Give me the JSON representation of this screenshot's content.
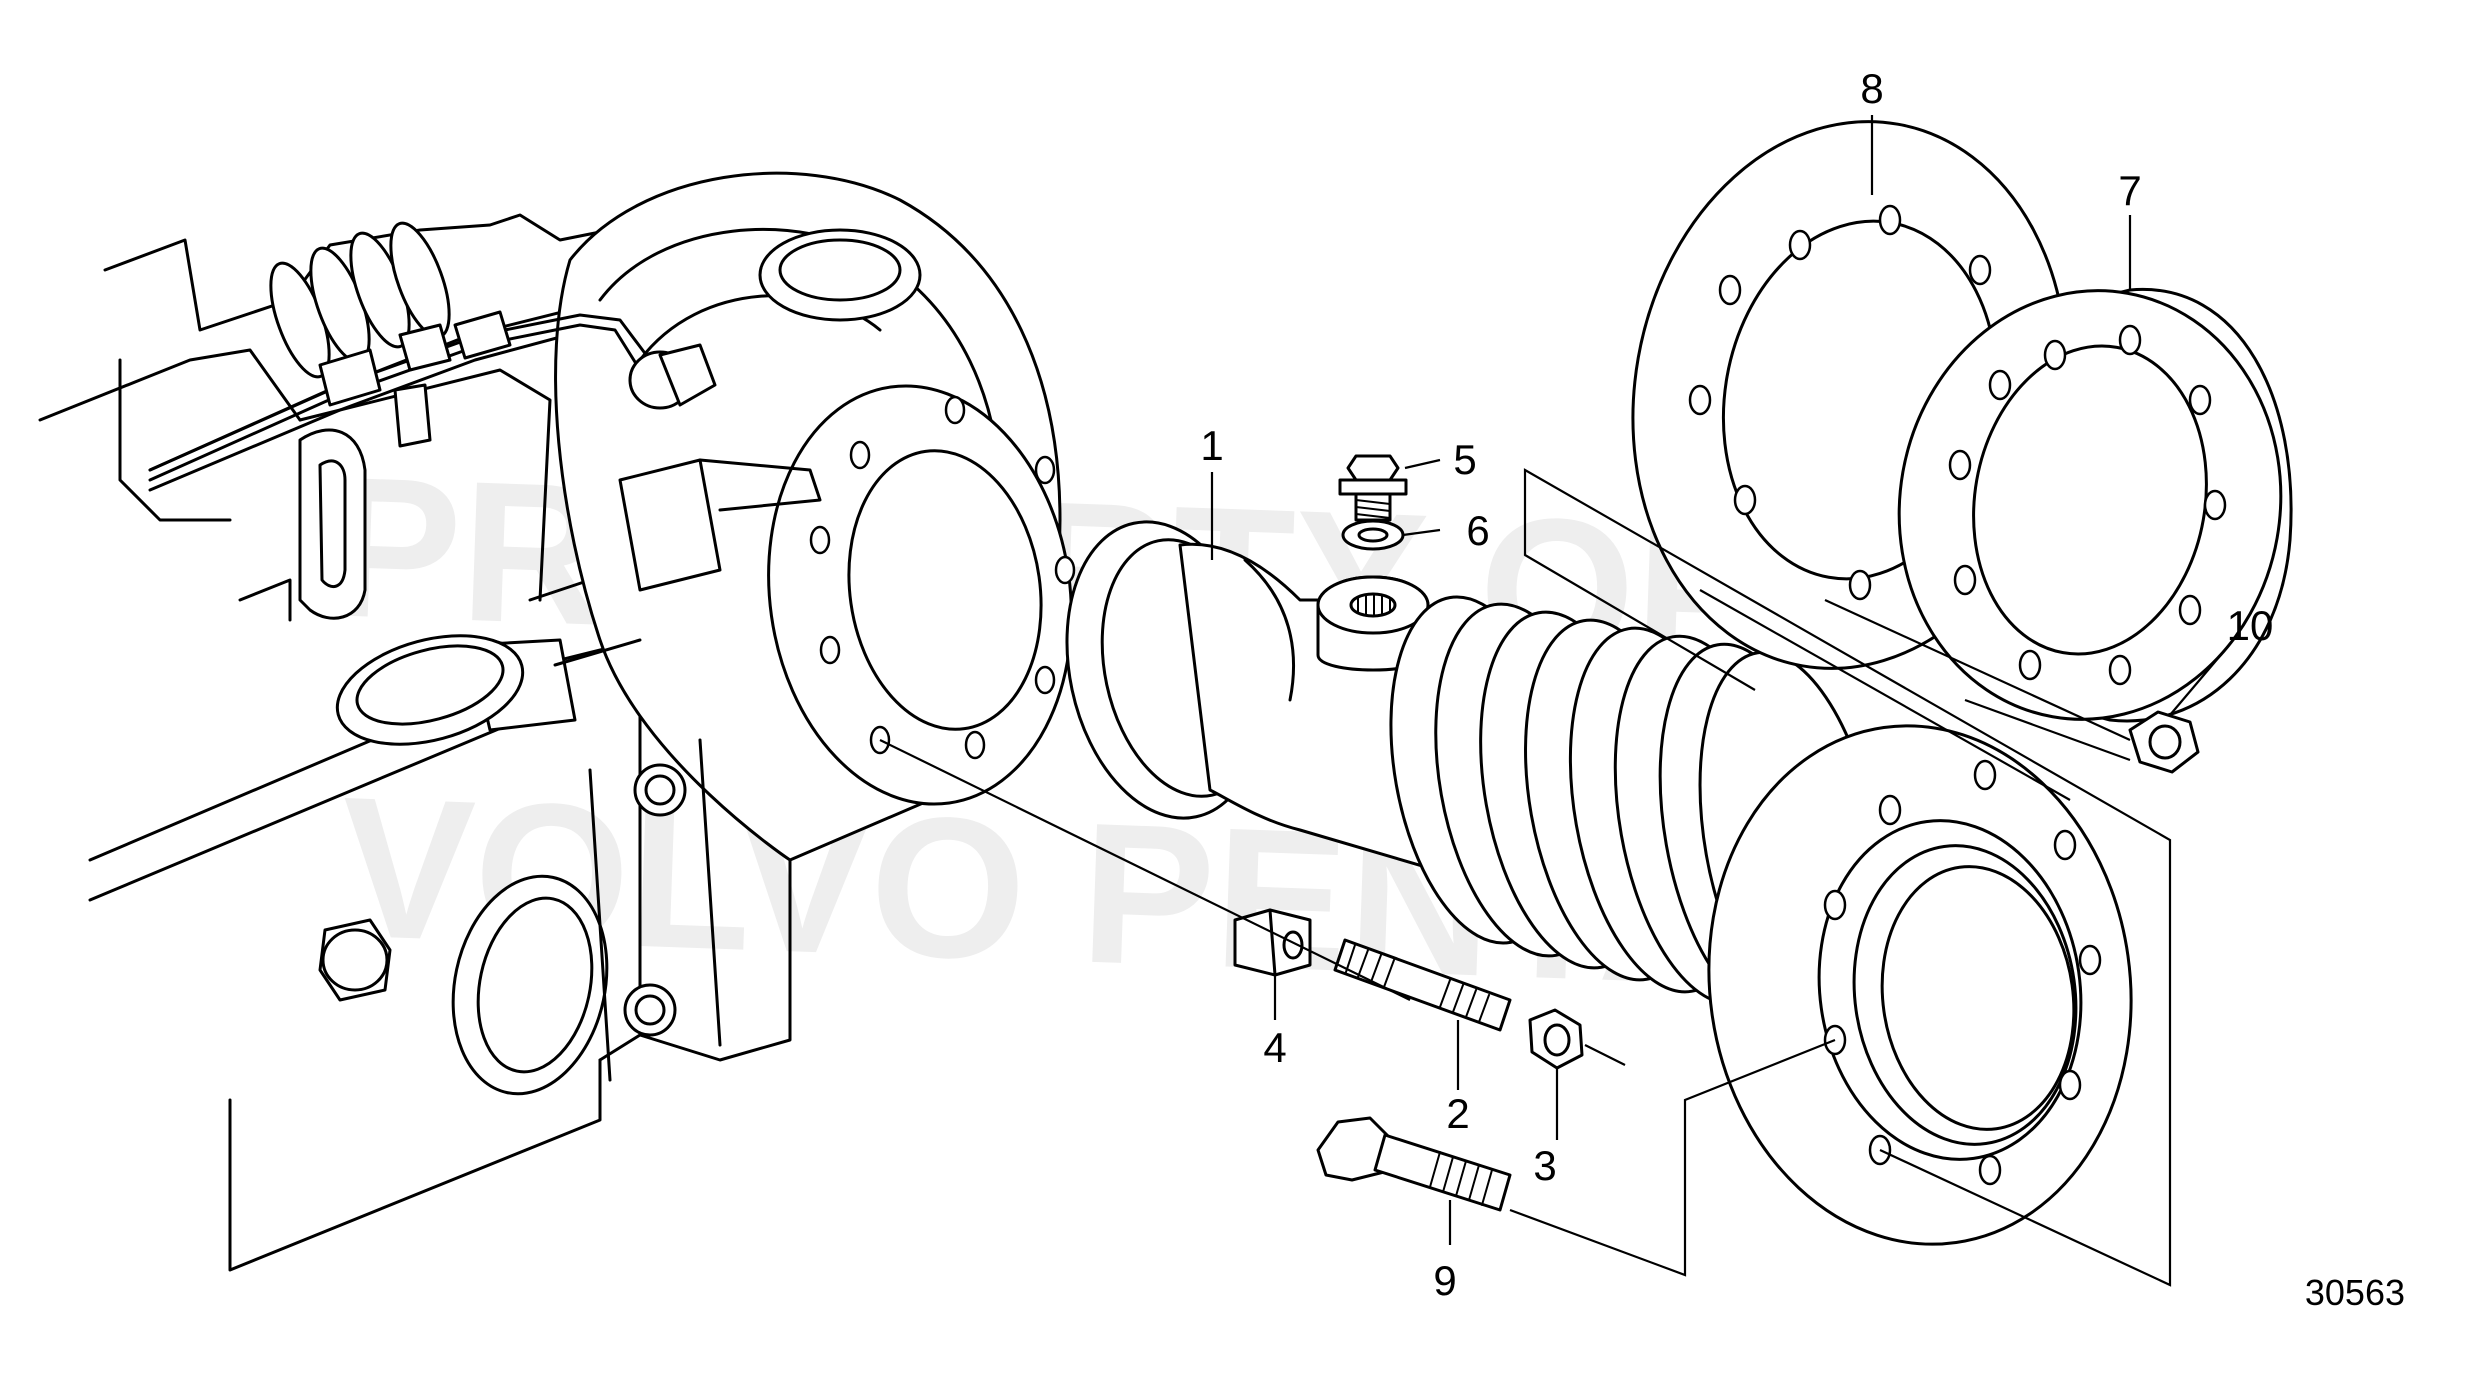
{
  "diagram": {
    "figure_number": "30563",
    "watermark": {
      "line1": "PROPERTY OF",
      "line2": "VOLVO PENTA"
    },
    "callouts": [
      {
        "id": "1",
        "label": "1"
      },
      {
        "id": "2",
        "label": "2"
      },
      {
        "id": "3",
        "label": "3"
      },
      {
        "id": "4",
        "label": "4"
      },
      {
        "id": "5",
        "label": "5"
      },
      {
        "id": "6",
        "label": "6"
      },
      {
        "id": "7",
        "label": "7"
      },
      {
        "id": "8",
        "label": "8"
      },
      {
        "id": "9",
        "label": "9"
      },
      {
        "id": "10",
        "label": "10"
      }
    ]
  }
}
